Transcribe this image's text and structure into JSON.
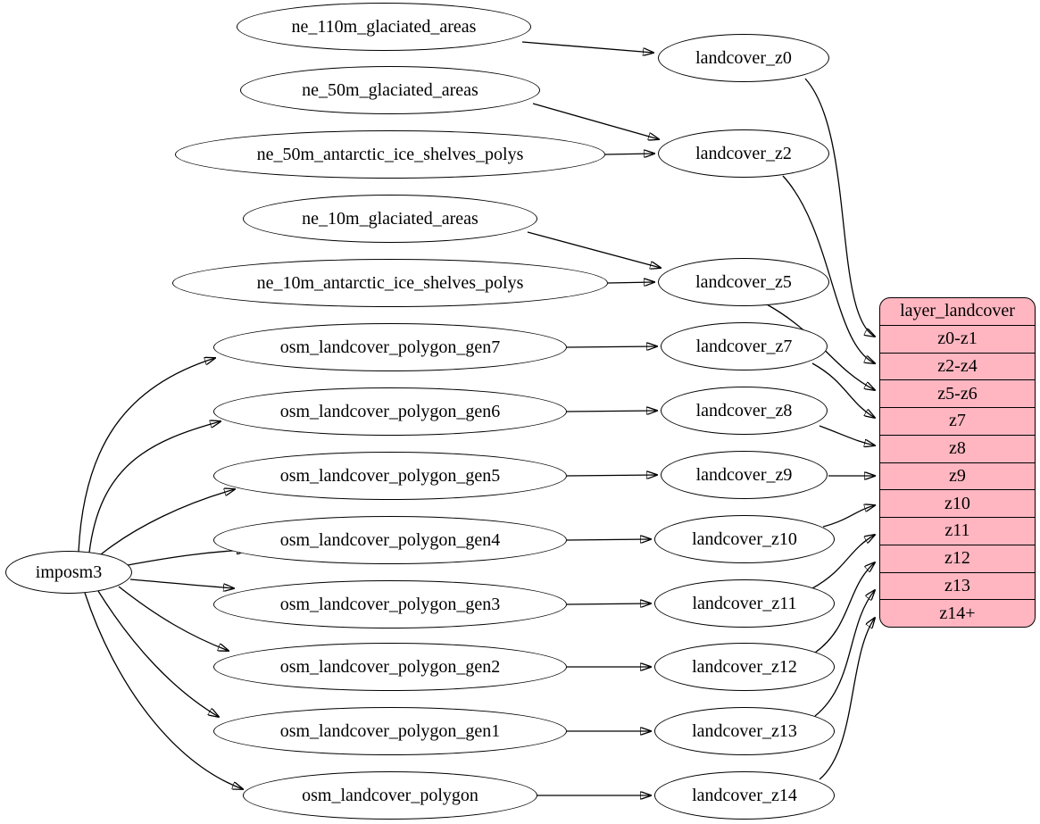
{
  "diagram": {
    "kind": "graphviz-dependency-flow",
    "colors": {
      "background": "#ffffff",
      "node_fill": "#ffffff",
      "node_stroke": "#000000",
      "edge": "#000000",
      "record_fill": "#ffb6c1",
      "text": "#000000"
    },
    "nodes": {
      "importer": "imposm3",
      "sources": [
        "ne_110m_glaciated_areas",
        "ne_50m_glaciated_areas",
        "ne_50m_antarctic_ice_shelves_polys",
        "ne_10m_glaciated_areas",
        "ne_10m_antarctic_ice_shelves_polys",
        "osm_landcover_polygon_gen7",
        "osm_landcover_polygon_gen6",
        "osm_landcover_polygon_gen5",
        "osm_landcover_polygon_gen4",
        "osm_landcover_polygon_gen3",
        "osm_landcover_polygon_gen2",
        "osm_landcover_polygon_gen1",
        "osm_landcover_polygon"
      ],
      "generalized": [
        "landcover_z0",
        "landcover_z2",
        "landcover_z5",
        "landcover_z7",
        "landcover_z8",
        "landcover_z9",
        "landcover_z10",
        "landcover_z11",
        "landcover_z12",
        "landcover_z13",
        "landcover_z14"
      ]
    },
    "table": {
      "title": "layer_landcover",
      "rows": [
        "z0-z1",
        "z2-z4",
        "z5-z6",
        "z7",
        "z8",
        "z9",
        "z10",
        "z11",
        "z12",
        "z13",
        "z14+"
      ]
    },
    "edges": [
      {
        "from": "imposm3",
        "to": "osm_landcover_polygon_gen7"
      },
      {
        "from": "imposm3",
        "to": "osm_landcover_polygon_gen6"
      },
      {
        "from": "imposm3",
        "to": "osm_landcover_polygon_gen5"
      },
      {
        "from": "imposm3",
        "to": "osm_landcover_polygon_gen4"
      },
      {
        "from": "imposm3",
        "to": "osm_landcover_polygon_gen3"
      },
      {
        "from": "imposm3",
        "to": "osm_landcover_polygon_gen2"
      },
      {
        "from": "imposm3",
        "to": "osm_landcover_polygon_gen1"
      },
      {
        "from": "imposm3",
        "to": "osm_landcover_polygon"
      },
      {
        "from": "ne_110m_glaciated_areas",
        "to": "landcover_z0"
      },
      {
        "from": "ne_50m_glaciated_areas",
        "to": "landcover_z2"
      },
      {
        "from": "ne_50m_antarctic_ice_shelves_polys",
        "to": "landcover_z2"
      },
      {
        "from": "ne_10m_glaciated_areas",
        "to": "landcover_z5"
      },
      {
        "from": "ne_10m_antarctic_ice_shelves_polys",
        "to": "landcover_z5"
      },
      {
        "from": "osm_landcover_polygon_gen7",
        "to": "landcover_z7"
      },
      {
        "from": "osm_landcover_polygon_gen6",
        "to": "landcover_z8"
      },
      {
        "from": "osm_landcover_polygon_gen5",
        "to": "landcover_z9"
      },
      {
        "from": "osm_landcover_polygon_gen4",
        "to": "landcover_z10"
      },
      {
        "from": "osm_landcover_polygon_gen3",
        "to": "landcover_z11"
      },
      {
        "from": "osm_landcover_polygon_gen2",
        "to": "landcover_z12"
      },
      {
        "from": "osm_landcover_polygon_gen1",
        "to": "landcover_z13"
      },
      {
        "from": "osm_landcover_polygon",
        "to": "landcover_z14"
      },
      {
        "from": "landcover_z0",
        "to": "layer_landcover:z0-z1"
      },
      {
        "from": "landcover_z2",
        "to": "layer_landcover:z2-z4"
      },
      {
        "from": "landcover_z5",
        "to": "layer_landcover:z5-z6"
      },
      {
        "from": "landcover_z7",
        "to": "layer_landcover:z7"
      },
      {
        "from": "landcover_z8",
        "to": "layer_landcover:z8"
      },
      {
        "from": "landcover_z9",
        "to": "layer_landcover:z9"
      },
      {
        "from": "landcover_z10",
        "to": "layer_landcover:z10"
      },
      {
        "from": "landcover_z11",
        "to": "layer_landcover:z11"
      },
      {
        "from": "landcover_z12",
        "to": "layer_landcover:z12"
      },
      {
        "from": "landcover_z13",
        "to": "layer_landcover:z13"
      },
      {
        "from": "landcover_z14",
        "to": "layer_landcover:z14+"
      }
    ]
  }
}
